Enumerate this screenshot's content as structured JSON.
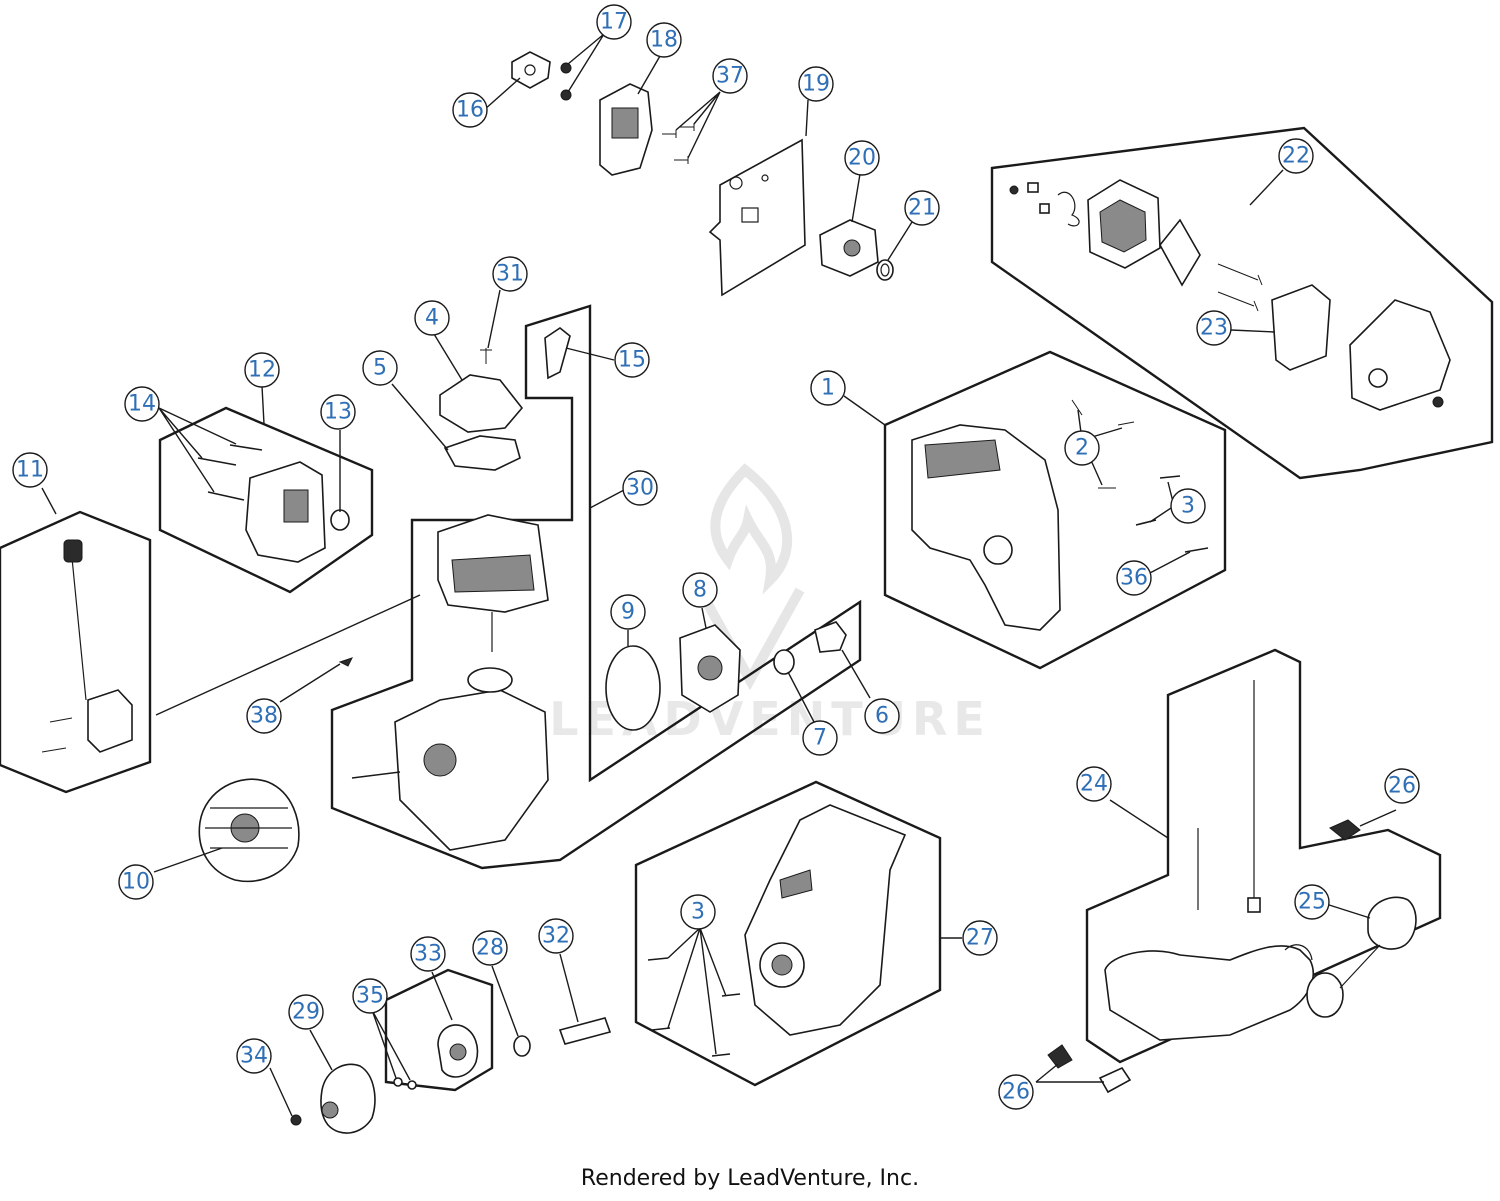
{
  "footer": {
    "text": "Rendered by LeadVenture, Inc."
  },
  "watermark": {
    "text": "LEADVENTURE"
  },
  "callouts": [
    "1",
    "2",
    "3",
    "3",
    "4",
    "5",
    "6",
    "7",
    "8",
    "9",
    "10",
    "11",
    "12",
    "13",
    "14",
    "15",
    "16",
    "17",
    "18",
    "19",
    "20",
    "21",
    "22",
    "23",
    "24",
    "25",
    "26",
    "26",
    "27",
    "28",
    "29",
    "30",
    "31",
    "32",
    "33",
    "34",
    "35",
    "36",
    "37",
    "38"
  ],
  "colors": {
    "callout_text": "#2f6fb5",
    "line": "#1a1a1a",
    "watermark": "#e6e6e6"
  }
}
